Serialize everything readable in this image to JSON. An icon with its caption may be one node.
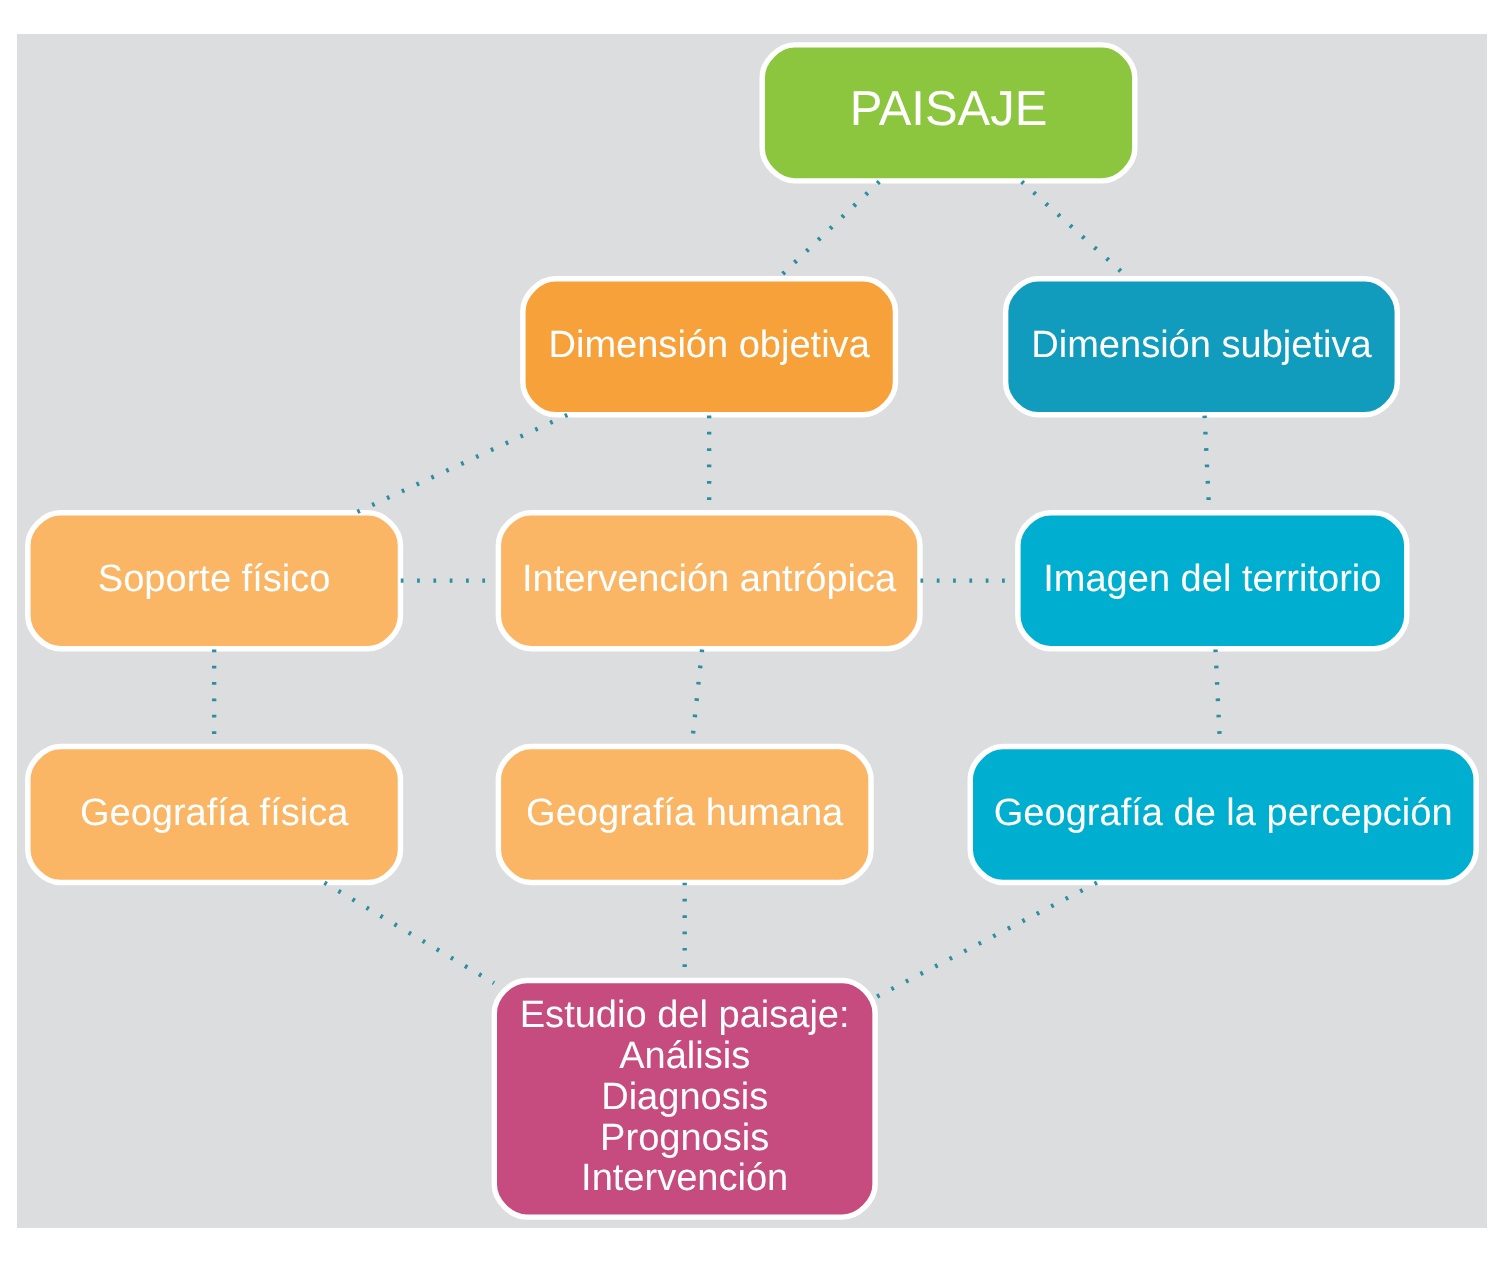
{
  "diagram": {
    "nodes": [
      {
        "text": [
          "PAISAJE"
        ]
      },
      {
        "text": [
          "Dimensión objetiva"
        ]
      },
      {
        "text": [
          "Dimensión subjetiva"
        ]
      },
      {
        "text": [
          "Soporte físico"
        ]
      },
      {
        "text": [
          "Intervención antrópica"
        ]
      },
      {
        "text": [
          "Imagen del territorio"
        ]
      },
      {
        "text": [
          "Geografía física"
        ]
      },
      {
        "text": [
          "Geografía humana"
        ]
      },
      {
        "text": [
          "Geografía de la percepción"
        ]
      },
      {
        "text": [
          "Estudio del paisaje:",
          "Análisis",
          "Diagnosis",
          "Prognosis",
          "Intervención"
        ]
      }
    ],
    "edges": [
      {
        "from": 0,
        "to": 1,
        "arrow": "none",
        "style": "dashed"
      },
      {
        "from": 0,
        "to": 2,
        "arrow": "none",
        "style": "dashed"
      },
      {
        "from": 1,
        "to": 3,
        "arrow": "none",
        "style": "dashed"
      },
      {
        "from": 1,
        "to": 4,
        "arrow": "none",
        "style": "dashed"
      },
      {
        "from": 2,
        "to": 5,
        "arrow": "none",
        "style": "dashed"
      },
      {
        "from": 3,
        "to": 4,
        "arrow": "none",
        "style": "dashed"
      },
      {
        "from": 4,
        "to": 5,
        "arrow": "none",
        "style": "dashed"
      },
      {
        "from": 3,
        "to": 6,
        "arrow": "none",
        "style": "dashed"
      },
      {
        "from": 4,
        "to": 7,
        "arrow": "none",
        "style": "dashed"
      },
      {
        "from": 5,
        "to": 8,
        "arrow": "none",
        "style": "dashed"
      },
      {
        "from": 6,
        "to": 9,
        "arrow": "none",
        "style": "dashed"
      },
      {
        "from": 7,
        "to": 9,
        "arrow": "none",
        "style": "dashed"
      },
      {
        "from": 8,
        "to": 9,
        "arrow": "none",
        "style": "dashed"
      }
    ]
  }
}
